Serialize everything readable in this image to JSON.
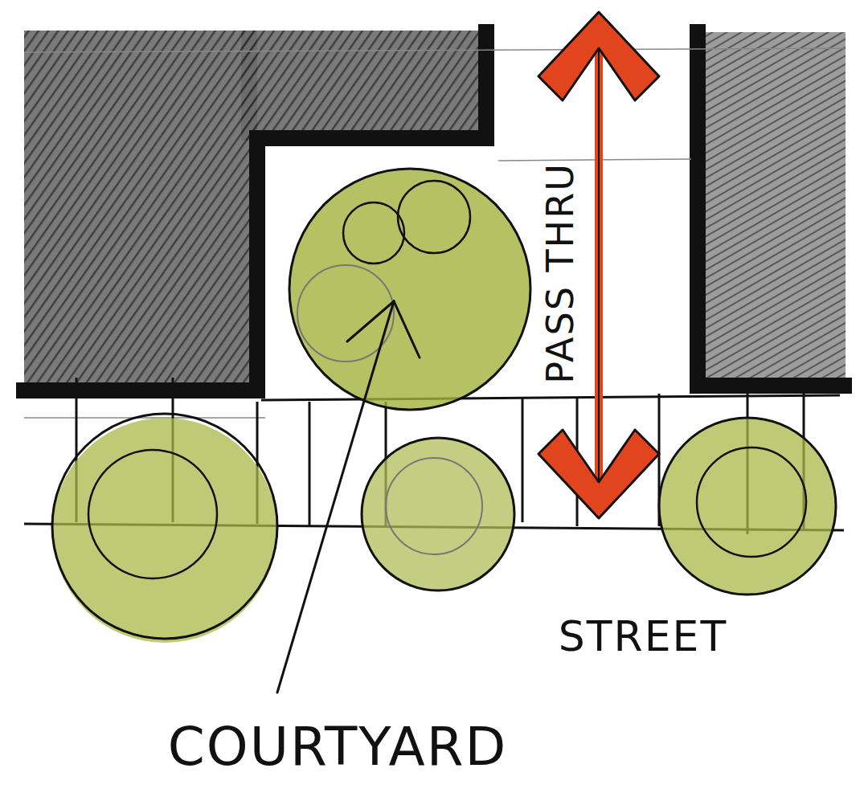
{
  "diagram": {
    "labels": [
      "PASS THRU",
      "STREET",
      "COURTYARD"
    ]
  }
}
